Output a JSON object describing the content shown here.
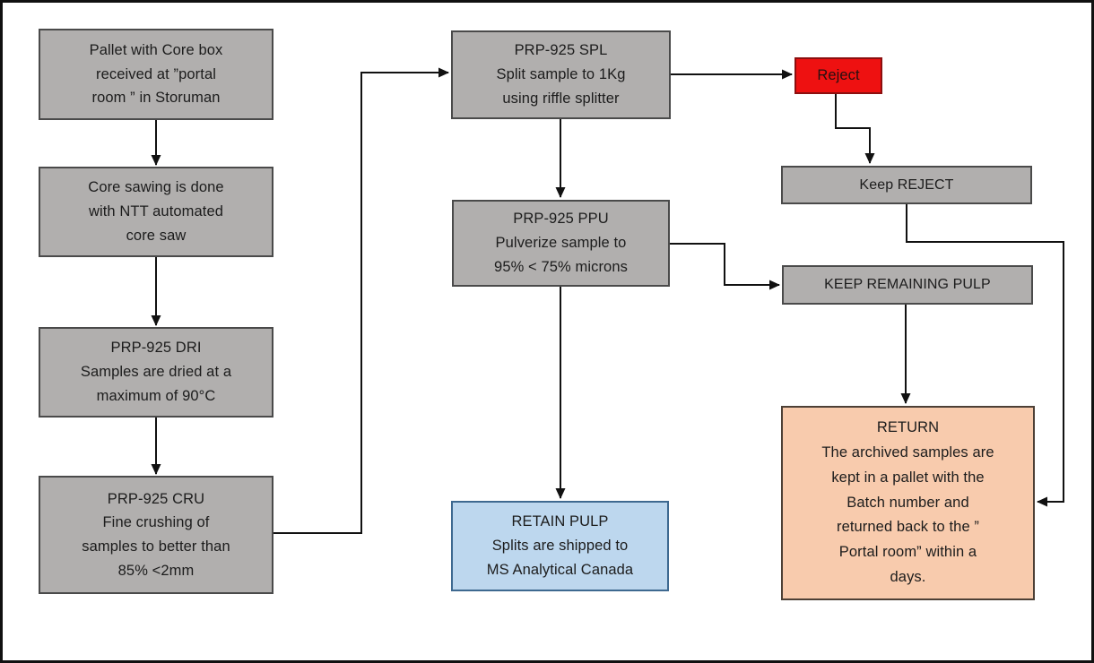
{
  "diagram": {
    "type": "flowchart",
    "colors": {
      "background": "#ffffff",
      "frame": "#111111",
      "node_gray": "#b1afae",
      "node_red": "#ee1111",
      "node_blue": "#bdd7ee",
      "node_orange": "#f8cbad",
      "connector_line": "#111111"
    },
    "nodes": {
      "pallet_received": {
        "label": "Pallet with Core box\nreceived at ”portal\nroom ” in Storuman",
        "color": "gray"
      },
      "core_sawing": {
        "label": "Core sawing is done\nwith NTT automated\ncore saw",
        "color": "gray"
      },
      "drying": {
        "label": "PRP-925 DRI\nSamples are dried at a\nmaximum of 90°C",
        "color": "gray"
      },
      "crushing": {
        "label": "PRP-925 CRU\nFine crushing of\nsamples to better than\n85% <2mm",
        "color": "gray"
      },
      "splitting": {
        "label": "PRP-925 SPL\nSplit sample to 1Kg\nusing riffle splitter",
        "color": "gray"
      },
      "pulverizing": {
        "label": "PRP-925 PPU\nPulverize sample to\n95% < 75% microns",
        "color": "gray"
      },
      "retain_pulp": {
        "label": "RETAIN PULP\nSplits are shipped to\nMS Analytical Canada",
        "color": "blue"
      },
      "reject": {
        "label": "Reject",
        "color": "red"
      },
      "keep_reject": {
        "label": "Keep REJECT",
        "color": "gray"
      },
      "keep_remaining_pulp": {
        "label": "KEEP REMAINING PULP",
        "color": "gray"
      },
      "return": {
        "label": "RETURN\nThe archived samples are\nkept in a pallet  with the\nBatch number and\nreturned back to the ”\nPortal room” within a\ndays.",
        "color": "orange"
      }
    },
    "edges": [
      "pallet_received -> core_sawing",
      "core_sawing -> drying",
      "drying -> crushing",
      "crushing -> splitting",
      "splitting -> reject",
      "splitting -> pulverizing",
      "reject -> keep_reject",
      "pulverizing -> keep_remaining_pulp",
      "pulverizing -> retain_pulp",
      "keep_reject -> return",
      "keep_remaining_pulp -> return"
    ]
  }
}
